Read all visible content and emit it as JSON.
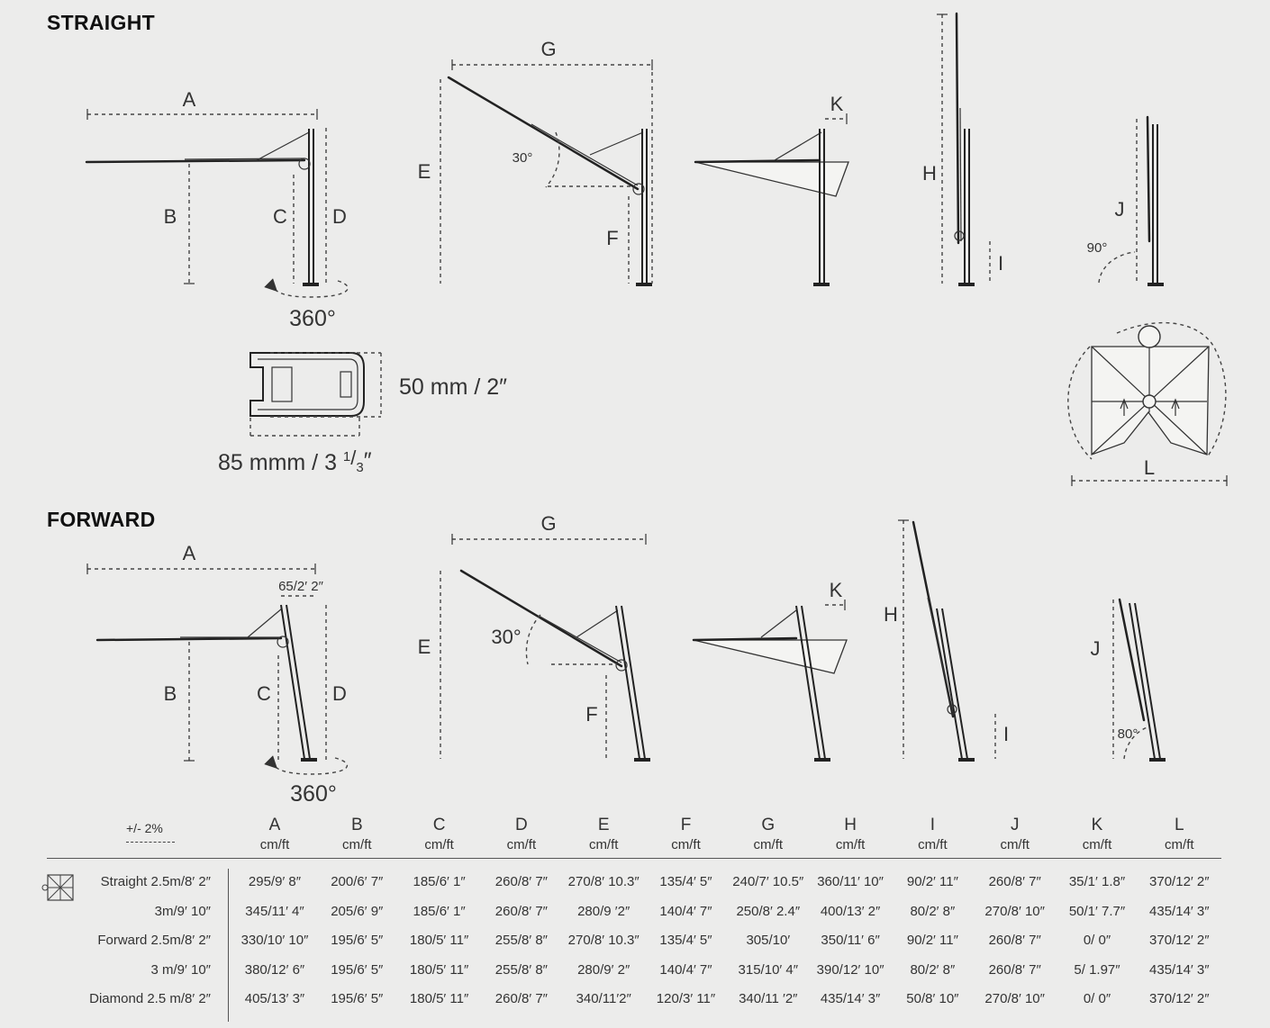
{
  "sections": {
    "straight": "STRAIGHT",
    "forward": "FORWARD"
  },
  "labels": {
    "A": "A",
    "B": "B",
    "C": "C",
    "D": "D",
    "E": "E",
    "F": "F",
    "G": "G",
    "H": "H",
    "I": "I",
    "J": "J",
    "K": "K",
    "L": "L"
  },
  "annotations": {
    "rotation": "360°",
    "tilt_straight": "30°",
    "tilt_forward": "30°",
    "angle_90": "90°",
    "angle_80": "80°",
    "offset_forward": "65/2′ 2″",
    "profile_height": "50 mm / 2″",
    "profile_width": "85 mmm / 3 ",
    "profile_frac_num": "1",
    "profile_frac_den": "3",
    "profile_inch": "″"
  },
  "table": {
    "tolerance": "+/- 2%",
    "columns": [
      {
        "key": "A",
        "unit": "cm/ft"
      },
      {
        "key": "B",
        "unit": "cm/ft"
      },
      {
        "key": "C",
        "unit": "cm/ft"
      },
      {
        "key": "D",
        "unit": "cm/ft"
      },
      {
        "key": "E",
        "unit": "cm/ft"
      },
      {
        "key": "F",
        "unit": "cm/ft"
      },
      {
        "key": "G",
        "unit": "cm/ft"
      },
      {
        "key": "H",
        "unit": "cm/ft"
      },
      {
        "key": "I",
        "unit": "cm/ft"
      },
      {
        "key": "J",
        "unit": "cm/ft"
      },
      {
        "key": "K",
        "unit": "cm/ft"
      },
      {
        "key": "L",
        "unit": "cm/ft"
      }
    ],
    "rows": [
      {
        "label": "Straight  2.5m/8′ 2″",
        "values": [
          "295/9′ 8″",
          "200/6′ 7″",
          "185/6′ 1″",
          "260/8′ 7″",
          "270/8′ 10.3″",
          "135/4′ 5″",
          "240/7′ 10.5″",
          "360/11′ 10″",
          "90/2′ 11″",
          "260/8′ 7″",
          "35/1′ 1.8″",
          "370/12′ 2″"
        ]
      },
      {
        "label": "3m/9′ 10″",
        "values": [
          "345/11′ 4″",
          "205/6′ 9″",
          "185/6′ 1″",
          "260/8′ 7″",
          "280/9 ′2″",
          "140/4′ 7″",
          "250/8′ 2.4″",
          "400/13′ 2″",
          "80/2′ 8″",
          "270/8′ 10″",
          "50/1′ 7.7″",
          "435/14′ 3″"
        ]
      },
      {
        "label": "Forward 2.5m/8′ 2″",
        "values": [
          "330/10′ 10″",
          "195/6′ 5″",
          "180/5′ 11″",
          "255/8′ 8″",
          "270/8′ 10.3″",
          "135/4′ 5″",
          "305/10′",
          "350/11′ 6″",
          "90/2′ 11″",
          "260/8′ 7″",
          "0/ 0″",
          "370/12′ 2″"
        ]
      },
      {
        "label": "3 m/9′ 10″",
        "values": [
          "380/12′ 6″",
          "195/6′ 5″",
          "180/5′ 11″",
          "255/8′ 8″",
          "280/9′ 2″",
          "140/4′ 7″",
          "315/10′ 4″",
          "390/12′ 10″",
          "80/2′ 8″",
          "260/8′ 7″",
          "5/ 1.97″",
          "435/14′ 3″"
        ]
      },
      {
        "label": "Diamond 2.5 m/8′ 2″",
        "values": [
          "405/13′ 3″",
          "195/6′ 5″",
          "180/5′ 11″",
          "260/8′ 7″",
          "340/11′2″",
          "120/3′ 11″",
          "340/11 ′2″",
          "435/14′ 3″",
          "50/8′ 10″",
          "270/8′ 10″",
          "0/ 0″",
          "370/12′ 2″"
        ]
      }
    ]
  }
}
